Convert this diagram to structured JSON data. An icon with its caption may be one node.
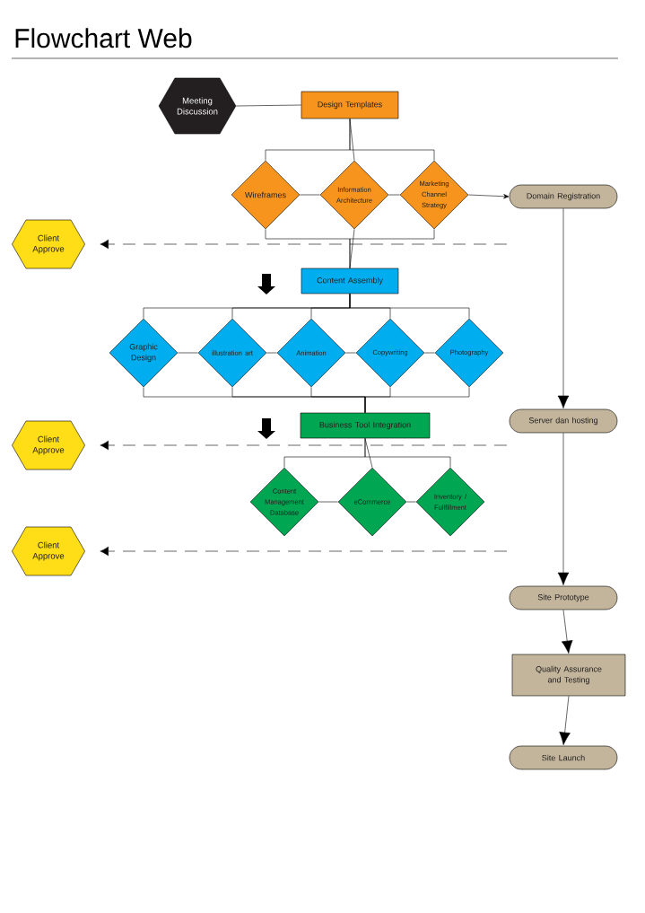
{
  "diagram": {
    "title": "Flowchart Web",
    "nodes": [
      {
        "text": [
          "Meeting Discussion"
        ]
      },
      {
        "text": [
          "Design Templates"
        ]
      },
      {
        "text": [
          "Wireframes"
        ]
      },
      {
        "text": [
          "Information Architecture"
        ]
      },
      {
        "text": [
          "Marketing Channel Strategy"
        ]
      },
      {
        "text": [
          "Domain Registration"
        ]
      },
      {
        "text": [
          "Client Approve"
        ]
      },
      {
        "text": [
          "Content Assembly"
        ]
      },
      {
        "text": [
          "Graphic Design"
        ]
      },
      {
        "text": [
          "illustration art"
        ]
      },
      {
        "text": [
          "Animation"
        ]
      },
      {
        "text": [
          "Copywriting"
        ]
      },
      {
        "text": [
          "Photography"
        ]
      },
      {
        "text": [
          "Business Tool Integration"
        ]
      },
      {
        "text": [
          "Client Approve"
        ]
      },
      {
        "text": [
          "Content Management Database"
        ]
      },
      {
        "text": [
          "eCommerce"
        ]
      },
      {
        "text": [
          "Inventory / Fullfillment"
        ]
      },
      {
        "text": [
          "Client Approve"
        ]
      },
      {
        "text": [
          "Server dan hosting"
        ]
      },
      {
        "text": [
          "Site Prototype"
        ]
      },
      {
        "text": [
          "Quality Assurance and Testing"
        ]
      },
      {
        "text": [
          "Site Launch"
        ]
      }
    ],
    "edges": [
      {
        "from": 0,
        "to": 1,
        "arrow": "none"
      },
      {
        "from": 1,
        "to": 2,
        "arrow": "none"
      },
      {
        "from": 1,
        "to": 3,
        "arrow": "none"
      },
      {
        "from": 1,
        "to": 4,
        "arrow": "none"
      },
      {
        "from": 2,
        "to": 3,
        "arrow": "none"
      },
      {
        "from": 3,
        "to": 4,
        "arrow": "none"
      },
      {
        "from": 4,
        "to": 5,
        "arrow": "to"
      },
      {
        "from": 2,
        "to": 7,
        "arrow": "none"
      },
      {
        "from": 3,
        "to": 7,
        "arrow": "none"
      },
      {
        "from": 4,
        "to": 7,
        "arrow": "none"
      },
      {
        "from": null,
        "to": 6,
        "arrow": "to",
        "style": "dashed"
      },
      {
        "from": 7,
        "to": 8,
        "arrow": "none"
      },
      {
        "from": 7,
        "to": 9,
        "arrow": "none"
      },
      {
        "from": 7,
        "to": 10,
        "arrow": "none"
      },
      {
        "from": 7,
        "to": 11,
        "arrow": "none"
      },
      {
        "from": 7,
        "to": 12,
        "arrow": "none"
      },
      {
        "from": 8,
        "to": 9,
        "arrow": "none"
      },
      {
        "from": 9,
        "to": 10,
        "arrow": "none"
      },
      {
        "from": 10,
        "to": 11,
        "arrow": "none"
      },
      {
        "from": 11,
        "to": 12,
        "arrow": "none"
      },
      {
        "from": 8,
        "to": 13,
        "arrow": "none"
      },
      {
        "from": 9,
        "to": 13,
        "arrow": "none"
      },
      {
        "from": 10,
        "to": 13,
        "arrow": "none"
      },
      {
        "from": 11,
        "to": 13,
        "arrow": "none"
      },
      {
        "from": 12,
        "to": 13,
        "arrow": "none"
      },
      {
        "from": null,
        "to": 14,
        "arrow": "to",
        "style": "dashed"
      },
      {
        "from": 13,
        "to": 15,
        "arrow": "none"
      },
      {
        "from": 13,
        "to": 16,
        "arrow": "none"
      },
      {
        "from": 13,
        "to": 17,
        "arrow": "none"
      },
      {
        "from": 15,
        "to": 16,
        "arrow": "none"
      },
      {
        "from": 16,
        "to": 17,
        "arrow": "none"
      },
      {
        "from": null,
        "to": 18,
        "arrow": "to",
        "style": "dashed"
      },
      {
        "from": 5,
        "to": 19,
        "arrow": "to"
      },
      {
        "from": 19,
        "to": 20,
        "arrow": "to"
      },
      {
        "from": 20,
        "to": 21,
        "arrow": "to"
      },
      {
        "from": 21,
        "to": 22,
        "arrow": "to"
      }
    ]
  }
}
